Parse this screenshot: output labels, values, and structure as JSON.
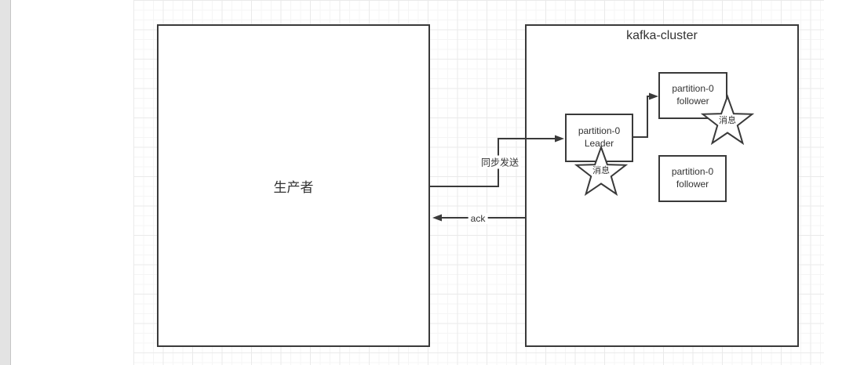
{
  "diagram": {
    "producer": {
      "label": "生产者"
    },
    "cluster": {
      "title": "kafka-cluster"
    },
    "nodes": {
      "leader": {
        "line1": "partition-0",
        "line2": "Leader"
      },
      "follower_top": {
        "line1": "partition-0",
        "line2": "follower"
      },
      "follower_bottom": {
        "line1": "partition-0",
        "line2": "follower"
      }
    },
    "messages": {
      "leader_star": "消息",
      "follower_star": "消息"
    },
    "edges": {
      "sync_label": "同步发送",
      "ack_label": "ack"
    }
  },
  "colors": {
    "stroke": "#3a3a3a",
    "text": "#333333",
    "grid_minor": "#f5f5f5",
    "grid_major": "#eaeaea",
    "gutter": "#e3e3e3"
  }
}
